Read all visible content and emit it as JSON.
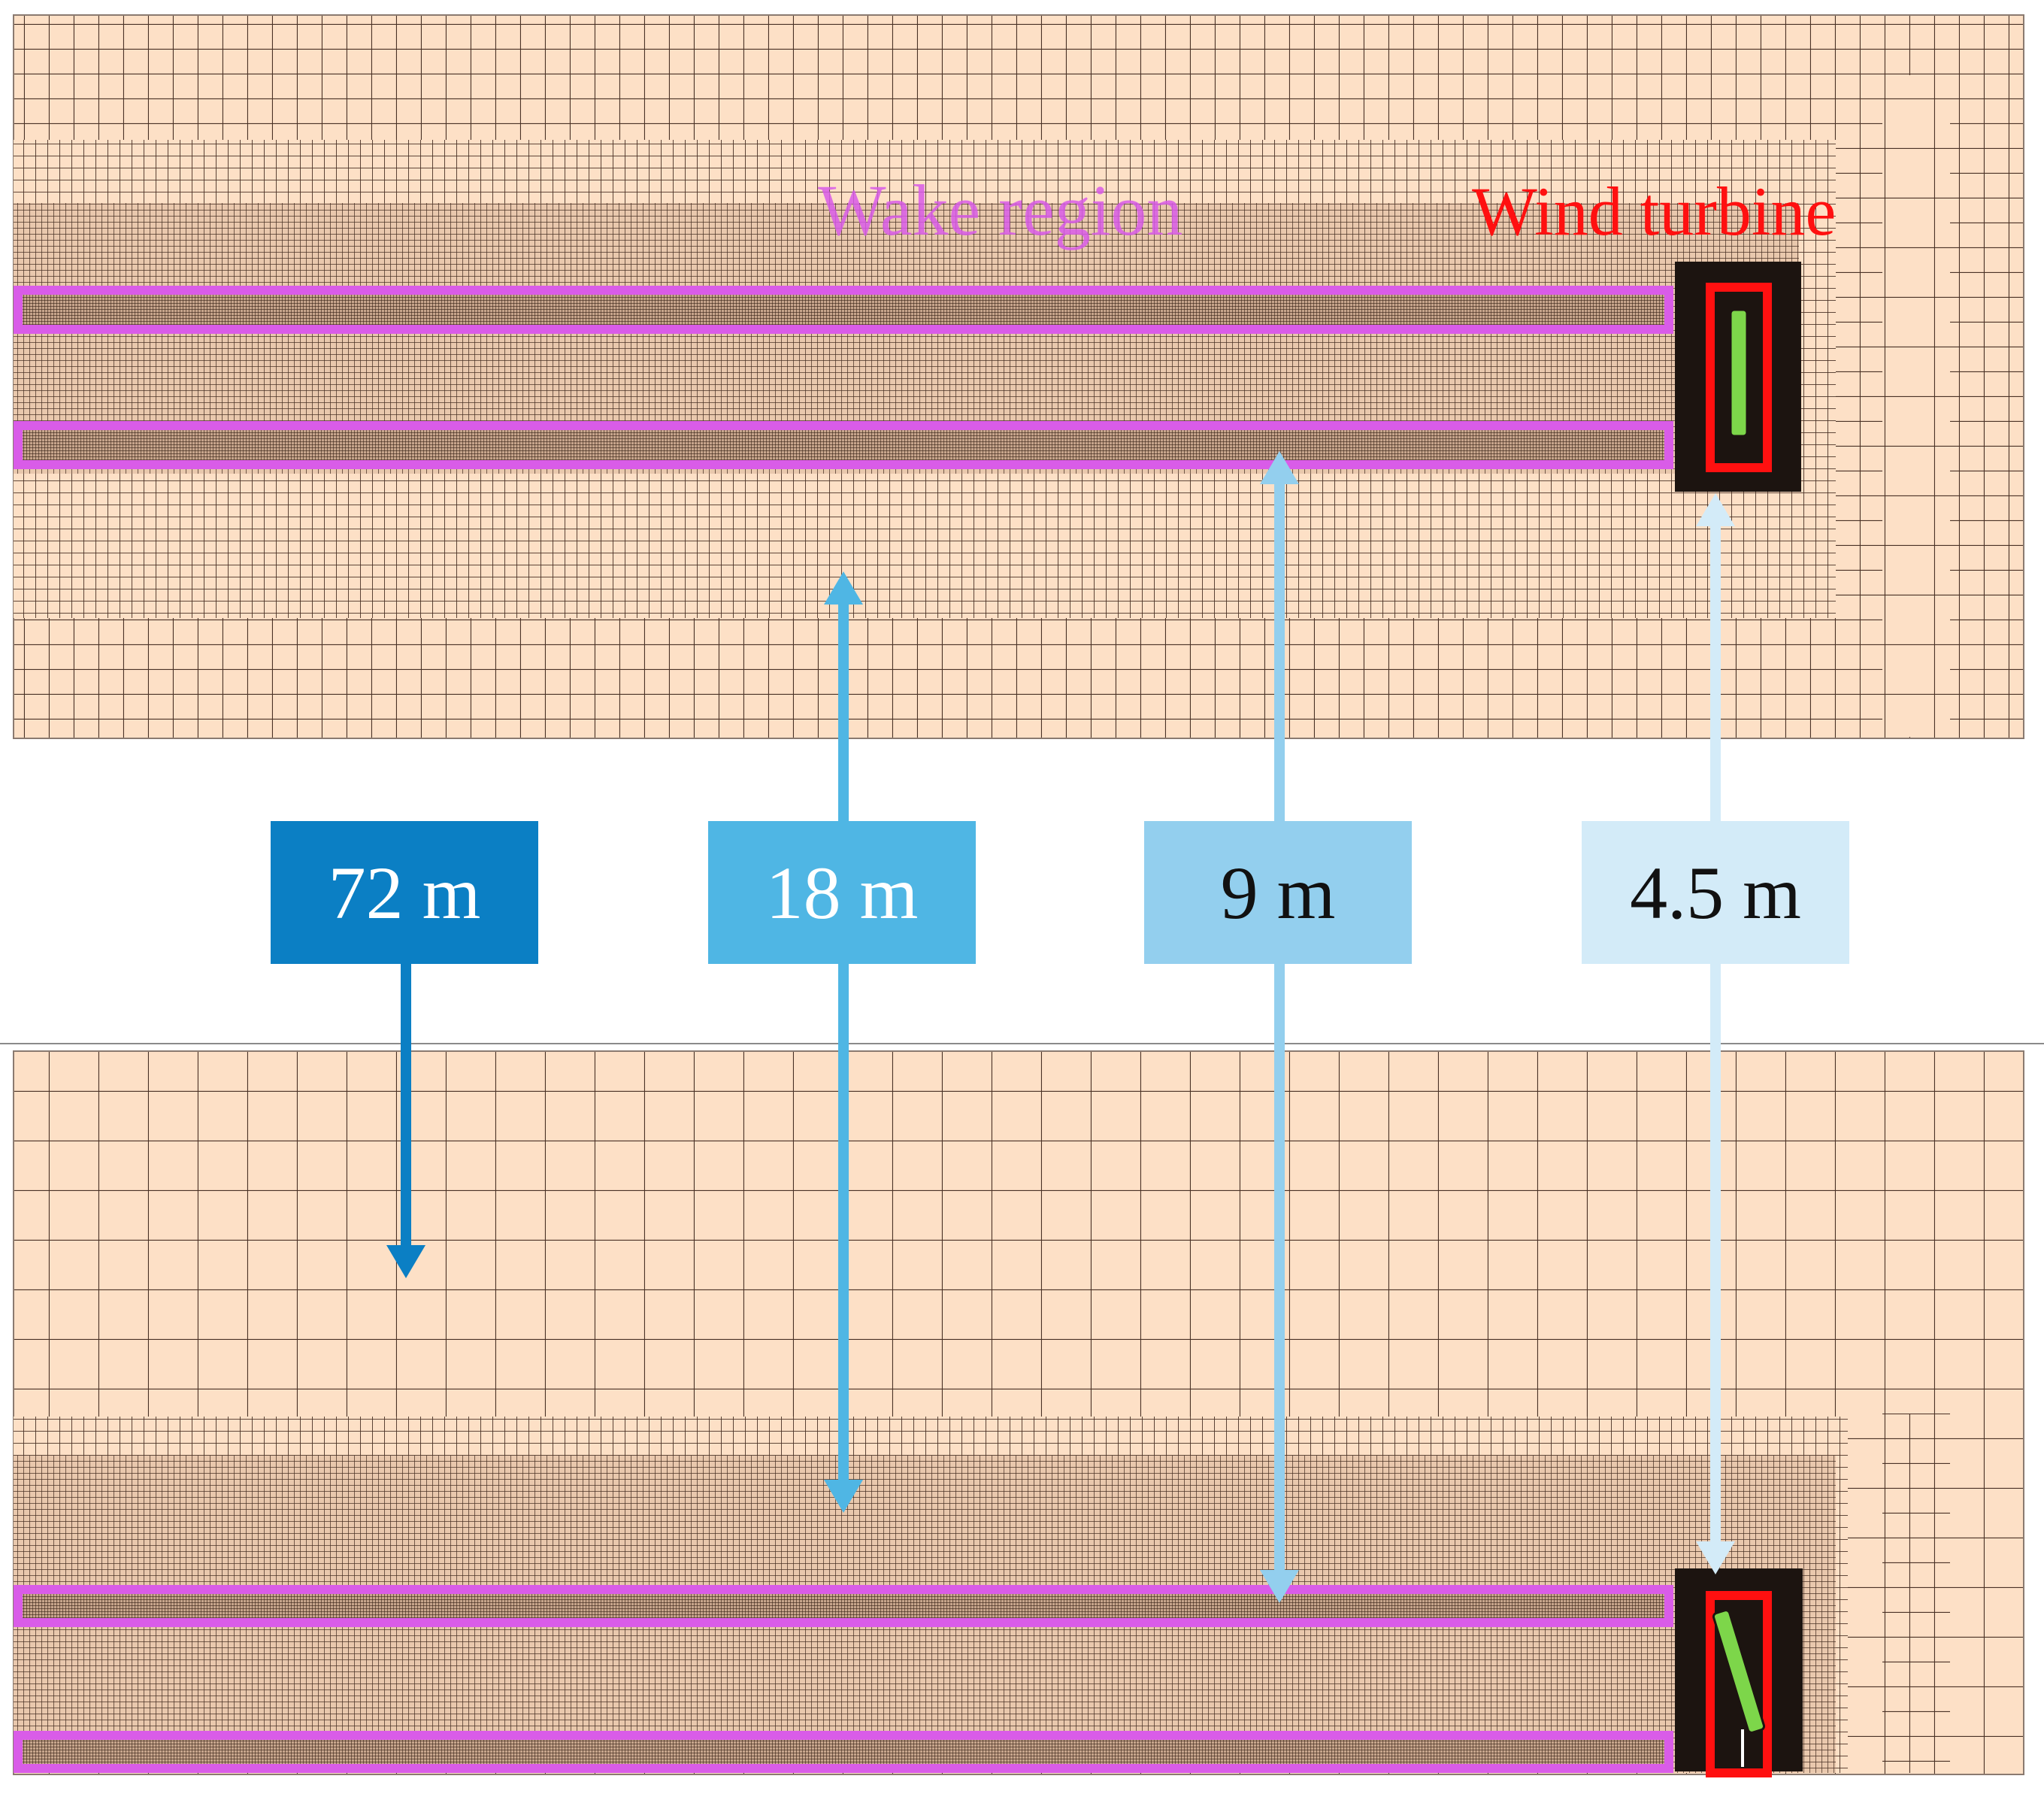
{
  "labels": {
    "wake_region": "Wake region",
    "wind_turbine": "Wind turbine"
  },
  "mesh_sizes": [
    {
      "label": "72 m",
      "color": "#0b7fc4",
      "text_color": "#ffffff"
    },
    {
      "label": "18 m",
      "color": "#4fb6e4",
      "text_color": "#ffffff"
    },
    {
      "label": "9 m",
      "color": "#93cfee",
      "text_color": "#111111"
    },
    {
      "label": "4.5 m",
      "color": "#d3ebf8",
      "text_color": "#111111"
    }
  ],
  "colors": {
    "mesh_fill": "#fde0c6",
    "grid_line": "#5a3a2a",
    "wake_outline": "#d95ce8",
    "turbine_box": "#ff1010",
    "turbine_blade": "#7dd64a",
    "dense_core": "#1c1410"
  }
}
